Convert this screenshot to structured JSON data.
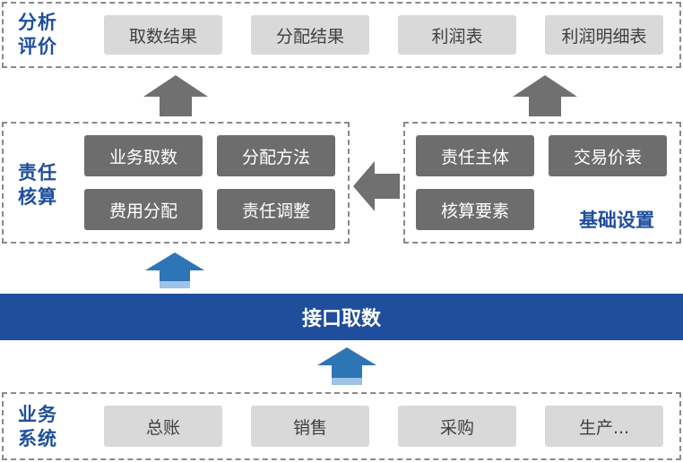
{
  "layers": {
    "analysis": {
      "label": [
        "分析",
        "评价"
      ],
      "items": [
        "取数结果",
        "分配结果",
        "利润表",
        "利润明细表"
      ]
    },
    "accounting": {
      "label": [
        "责任",
        "核算"
      ],
      "items": [
        "业务取数",
        "分配方法",
        "费用分配",
        "责任调整"
      ]
    },
    "base_settings": {
      "label": "基础设置",
      "items": [
        "责任主体",
        "交易价表",
        "核算要素"
      ]
    },
    "interface": {
      "label": "接口取数"
    },
    "business_systems": {
      "label": [
        "业务",
        "系统"
      ],
      "items": [
        "总账",
        "销售",
        "采购",
        "生产..."
      ]
    }
  },
  "colors": {
    "accent_blue": "#1f4e9c",
    "bar_blue": "#1f4e9c",
    "arrow_blue": "#2e75b6",
    "arrow_blue_light": "#9dc3e6",
    "arrow_gray": "#707070",
    "pill_light": "#d9d9d9",
    "pill_dark": "#6d6d6d"
  }
}
